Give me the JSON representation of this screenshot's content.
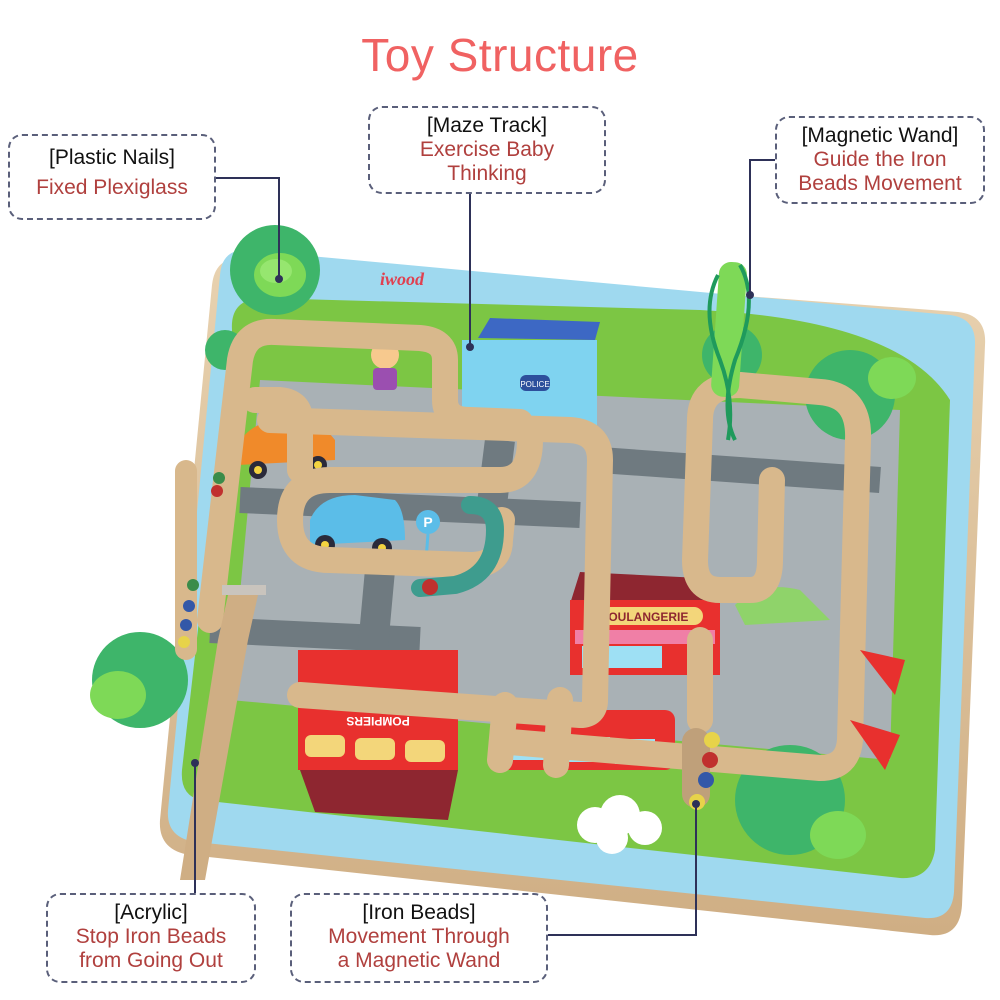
{
  "title": "Toy Structure",
  "colors": {
    "title": "#f06262",
    "label_head": "#111111",
    "label_desc": "#b0403e",
    "callout_border": "#5a5f7a",
    "leader_line": "#2e3158"
  },
  "callouts": [
    {
      "id": "plastic-nails",
      "head": "[Plastic Nails]",
      "desc": [
        "Fixed Plexiglass"
      ]
    },
    {
      "id": "maze-track",
      "head": "[Maze Track]",
      "desc": [
        "Exercise Baby",
        "Thinking"
      ]
    },
    {
      "id": "magnetic-wand",
      "head": "[Magnetic Wand]",
      "desc": [
        "Guide the Iron",
        "Beads Movement"
      ]
    },
    {
      "id": "acrylic",
      "head": "[Acrylic]",
      "desc": [
        "Stop Iron Beads",
        "from Going Out"
      ]
    },
    {
      "id": "iron-beads",
      "head": "[Iron Beads]",
      "desc": [
        "Movement Through",
        "a Magnetic Wand"
      ]
    }
  ],
  "board": {
    "brand": "iwood",
    "signs": {
      "bakery": "BOULANGERIE",
      "fire_station": "POMPIERS",
      "police": "POLICE",
      "parking": "P"
    }
  }
}
